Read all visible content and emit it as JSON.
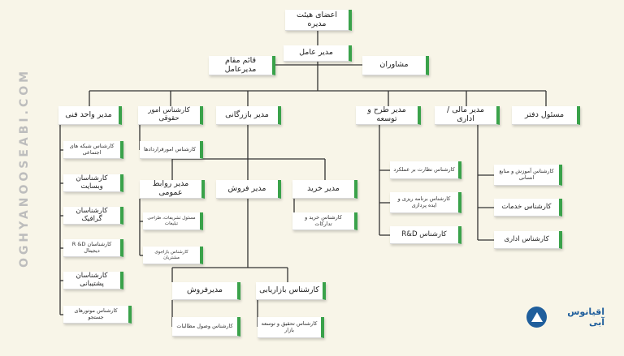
{
  "watermark": "OGHYANOOSEABI.COM",
  "logo_text": "اقیانوس آبی",
  "boxes": {
    "board": "اعضای هیئت مدیره",
    "ceo": "مدیر عامل",
    "deputy": "قائم مقام مدیرعامل",
    "advisors": "مشاوران",
    "tech_manager": "مدیر واحد فنی",
    "legal_expert": "کارشناس امور حقوقی",
    "commerce_manager": "مدیر بازرگانی",
    "plan_manager": "مدیر طرح و توسعه",
    "finance_manager": "مدیر مالی / اداری",
    "office_manager": "مسئول دفتر",
    "social_expert": "کارشناس شبکه های اجتماعی",
    "website_expert": "کارشناسان وبسایت",
    "graphic_expert": "کارشناسان گرافیک",
    "digital_rd": "کارشناسان R &D دیجیتال",
    "support_expert": "کارشناسان پشتیبانی",
    "seo_expert": "کارشناس موتورهای جستجو",
    "contracts_expert": "کارشناس امورقراردادها",
    "pr_manager": "مدیر روابط عمومی",
    "sales_manager": "مدیر فروش",
    "purchase_manager": "مدیر خرید",
    "events_officer": "مسئول تشریفات، طراحی تبلیغات",
    "customer_expert": "کارشناس بازاجوی مشتریان",
    "purchase_expert": "کارشناس خرید و تدارکات",
    "marketing_expert": "کارشناس بازاریابی",
    "sales_manager2": "مدیرفروش",
    "collections_expert": "کارشناس وصول مطالبات",
    "market_research": "کارشناس تحقیق و توسعه بازار",
    "supervision_expert": "کارشناس نظارت بر عملکرد",
    "planning_expert": "کارشناس برنامه ریزی و ایده پردازی",
    "rd_expert": "کارشناس R&D",
    "training_expert": "کارشناس آموزش و منابع انسانی",
    "services_expert": "کارشناس خدمات",
    "admin_expert": "کارشناس اداری"
  },
  "colors": {
    "accent": "#3aa24a",
    "line": "#333333",
    "background": "#f8f5e8",
    "brand": "#1f5e9c"
  }
}
